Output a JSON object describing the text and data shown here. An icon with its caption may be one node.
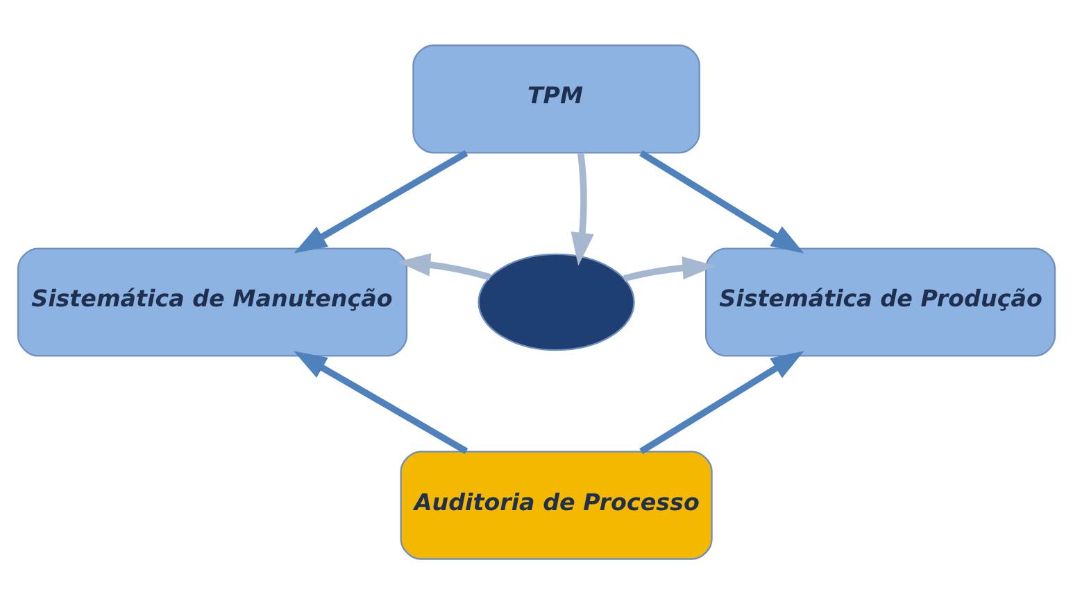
{
  "diagram": {
    "nodes": [
      {
        "text": [
          "TPM"
        ]
      },
      {
        "text": [
          "Sistemática de Manutenção"
        ]
      },
      {
        "text": [],
        "shape": "circle"
      },
      {
        "text": [
          "Sistemática de Produção"
        ]
      },
      {
        "text": [
          "Auditoria de Processo"
        ]
      }
    ],
    "edges": [
      {
        "from": 0,
        "to": 1,
        "arrow": "to"
      },
      {
        "from": 0,
        "to": 3,
        "arrow": "to"
      },
      {
        "from": 0,
        "to": 2,
        "arrow": "to",
        "color": "#a6b8d0"
      },
      {
        "from": 2,
        "to": 1,
        "arrow": "to",
        "color": "#a6b8d0"
      },
      {
        "from": 2,
        "to": 3,
        "arrow": "to",
        "color": "#a6b8d0"
      },
      {
        "from": 4,
        "to": 1,
        "arrow": "to"
      },
      {
        "from": 4,
        "to": 3,
        "arrow": "to"
      }
    ]
  }
}
